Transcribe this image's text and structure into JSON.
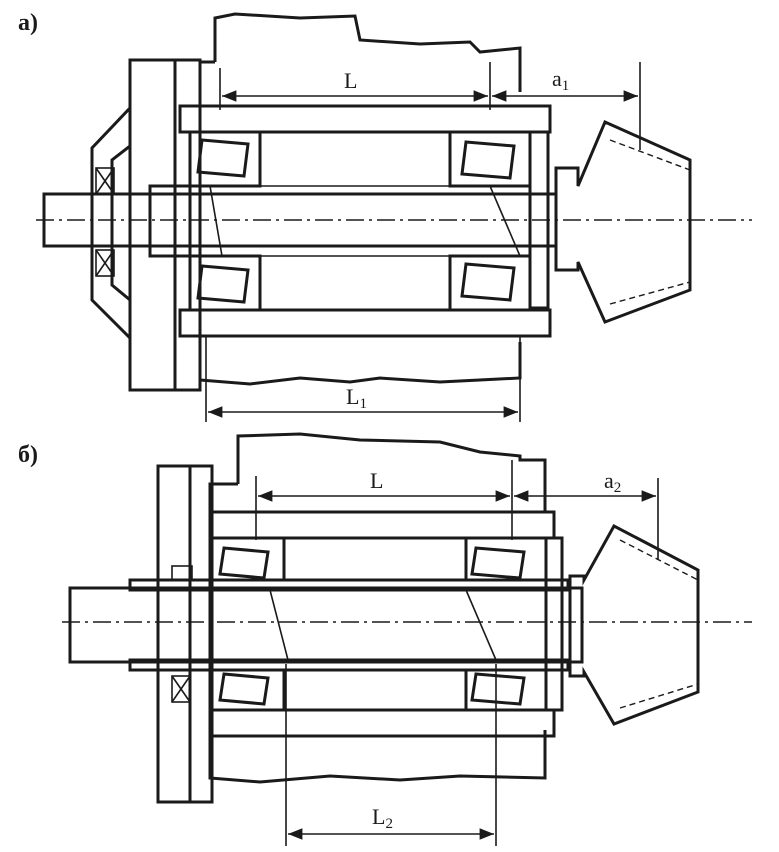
{
  "figure_a": {
    "part_label": "а)",
    "dim_L": "L",
    "dim_a": "a",
    "dim_a_sub": "1",
    "dim_L1": "L",
    "dim_L1_sub": "1"
  },
  "figure_b": {
    "part_label": "б)",
    "dim_L": "L",
    "dim_a": "a",
    "dim_a_sub": "2",
    "dim_L2": "L",
    "dim_L2_sub": "2"
  },
  "colors": {
    "ink": "#1a1a1a",
    "paper": "#ffffff"
  }
}
